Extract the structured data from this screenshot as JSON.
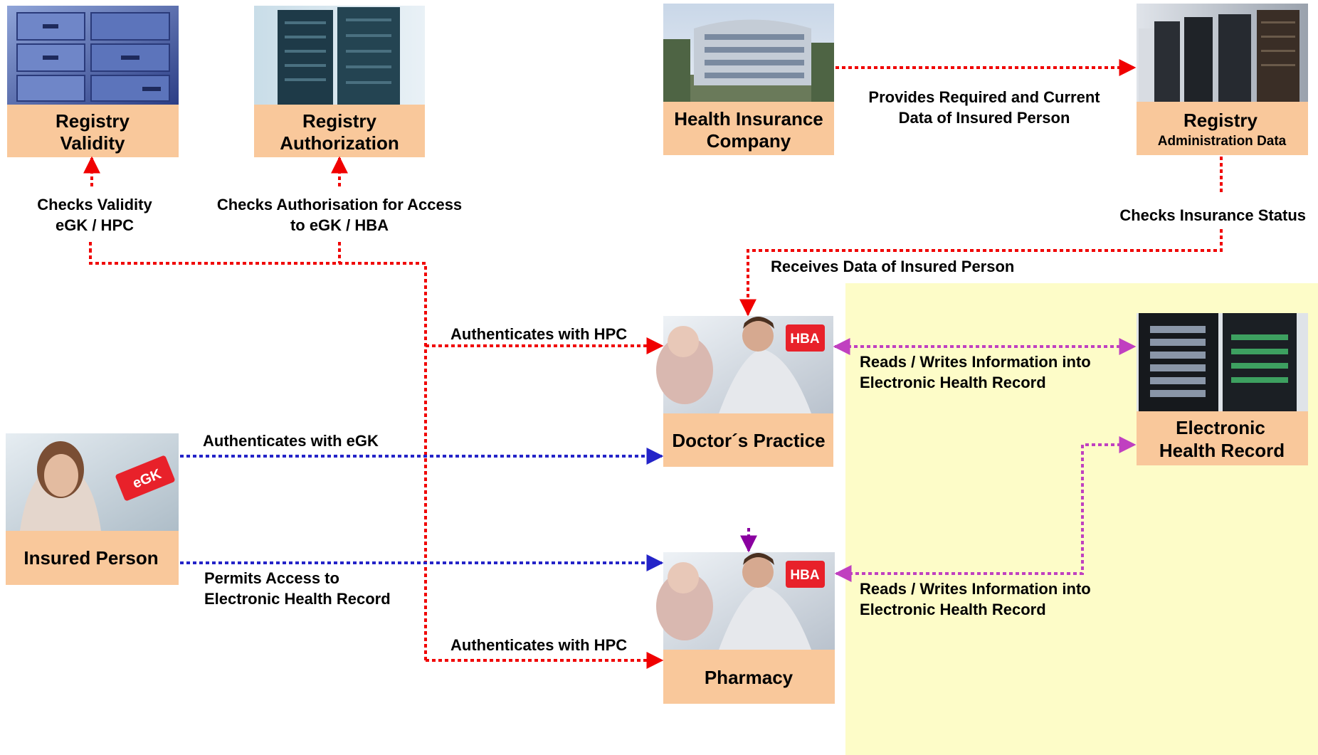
{
  "colors": {
    "label_bg": "#f9c89b",
    "ehr_zone": "#fdfcc8",
    "red": "#f00000",
    "blue": "#2424c8",
    "magenta": "#c040c0",
    "purple": "#8a00a0",
    "hba_badge": "#e8212a",
    "egk_badge": "#e8212a"
  },
  "nodes": {
    "registry_validity": {
      "line1": "Registry",
      "line2": "Validity",
      "image": "filing-cabinet-photo"
    },
    "registry_authorization": {
      "line1": "Registry",
      "line2": "Authorization",
      "image": "server-rack-photo"
    },
    "health_insurance": {
      "line1": "Health Insurance",
      "line2": "Company",
      "image": "office-building-photo"
    },
    "registry_admin": {
      "line1": "Registry",
      "line2": "Administration Data",
      "image": "server-room-photo"
    },
    "doctors_practice": {
      "title": "Doctor´s Practice",
      "badge": "HBA",
      "image": "doctor-patient-photo"
    },
    "pharmacy": {
      "title": "Pharmacy",
      "badge": "HBA",
      "image": "doctor-patient-photo"
    },
    "insured_person": {
      "title": "Insured Person",
      "badge": "eGK",
      "image": "woman-portrait-photo"
    },
    "ehr": {
      "line1": "Electronic",
      "line2": "Health Record",
      "image": "server-cabinet-photo"
    }
  },
  "edges": {
    "checks_validity": {
      "line1": "Checks Validity",
      "line2": "eGK / HPC"
    },
    "checks_authorisation": {
      "line1": "Checks Authorisation for Access",
      "line2": "to eGK / HBA"
    },
    "provides_data": {
      "line1": "Provides Required and Current",
      "line2": "Data of Insured Person"
    },
    "checks_insurance": {
      "text": "Checks Insurance Status"
    },
    "receives_data": {
      "text": "Receives Data of Insured Person"
    },
    "auth_hpc_doctor": {
      "text": "Authenticates with HPC"
    },
    "auth_egk": {
      "text": "Authenticates with eGK"
    },
    "permits_access": {
      "line1": "Permits Access to",
      "line2": "Electronic Health Record"
    },
    "auth_hpc_pharmacy": {
      "text": "Authenticates with HPC"
    },
    "rw_doctor": {
      "line1": "Reads / Writes Information into",
      "line2": "Electronic Health Record"
    },
    "rw_pharmacy": {
      "line1": "Reads / Writes Information into",
      "line2": "Electronic Health Record"
    }
  }
}
